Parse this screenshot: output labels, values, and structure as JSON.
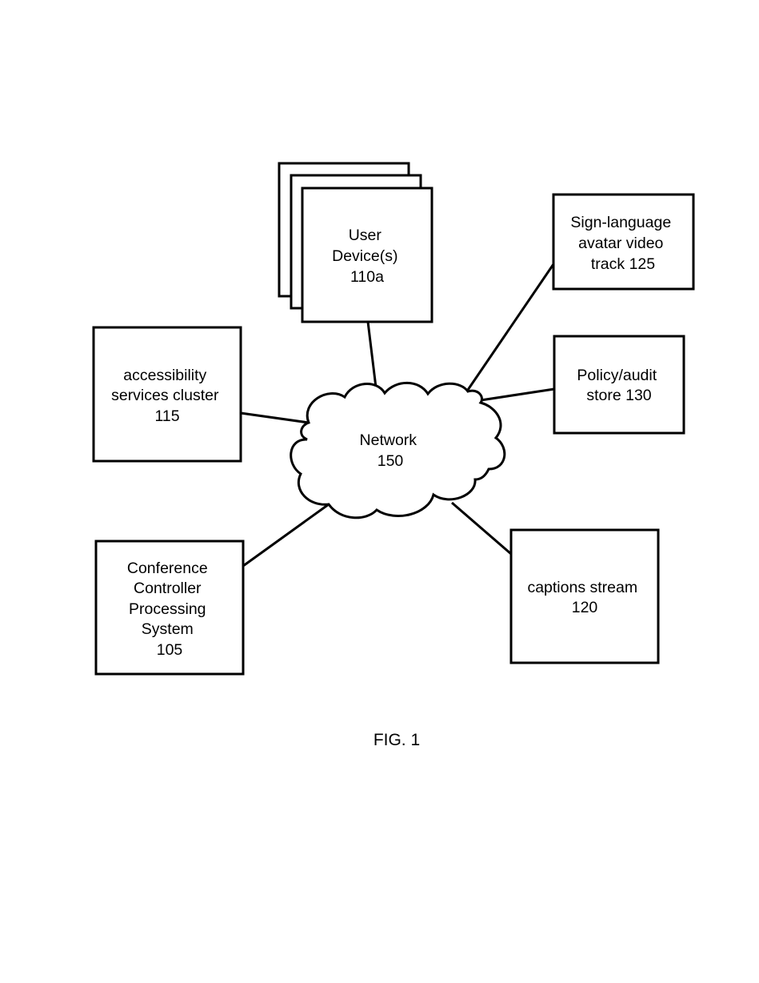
{
  "nodes": {
    "user_devices": {
      "lines": [
        "User",
        "Device(s)",
        "110a"
      ]
    },
    "avatar_track": {
      "lines": [
        "Sign-language",
        "avatar video",
        "track 125"
      ]
    },
    "accessibility": {
      "lines": [
        "accessibility",
        "services cluster",
        "115"
      ]
    },
    "policy": {
      "lines": [
        "Policy/audit",
        "store 130"
      ]
    },
    "network": {
      "lines": [
        "Network",
        "150"
      ]
    },
    "conference": {
      "lines": [
        "Conference",
        "Controller",
        "Processing",
        "System",
        "105"
      ]
    },
    "captions": {
      "lines": [
        "captions stream",
        "120"
      ]
    }
  },
  "figure_label": "FIG. 1"
}
